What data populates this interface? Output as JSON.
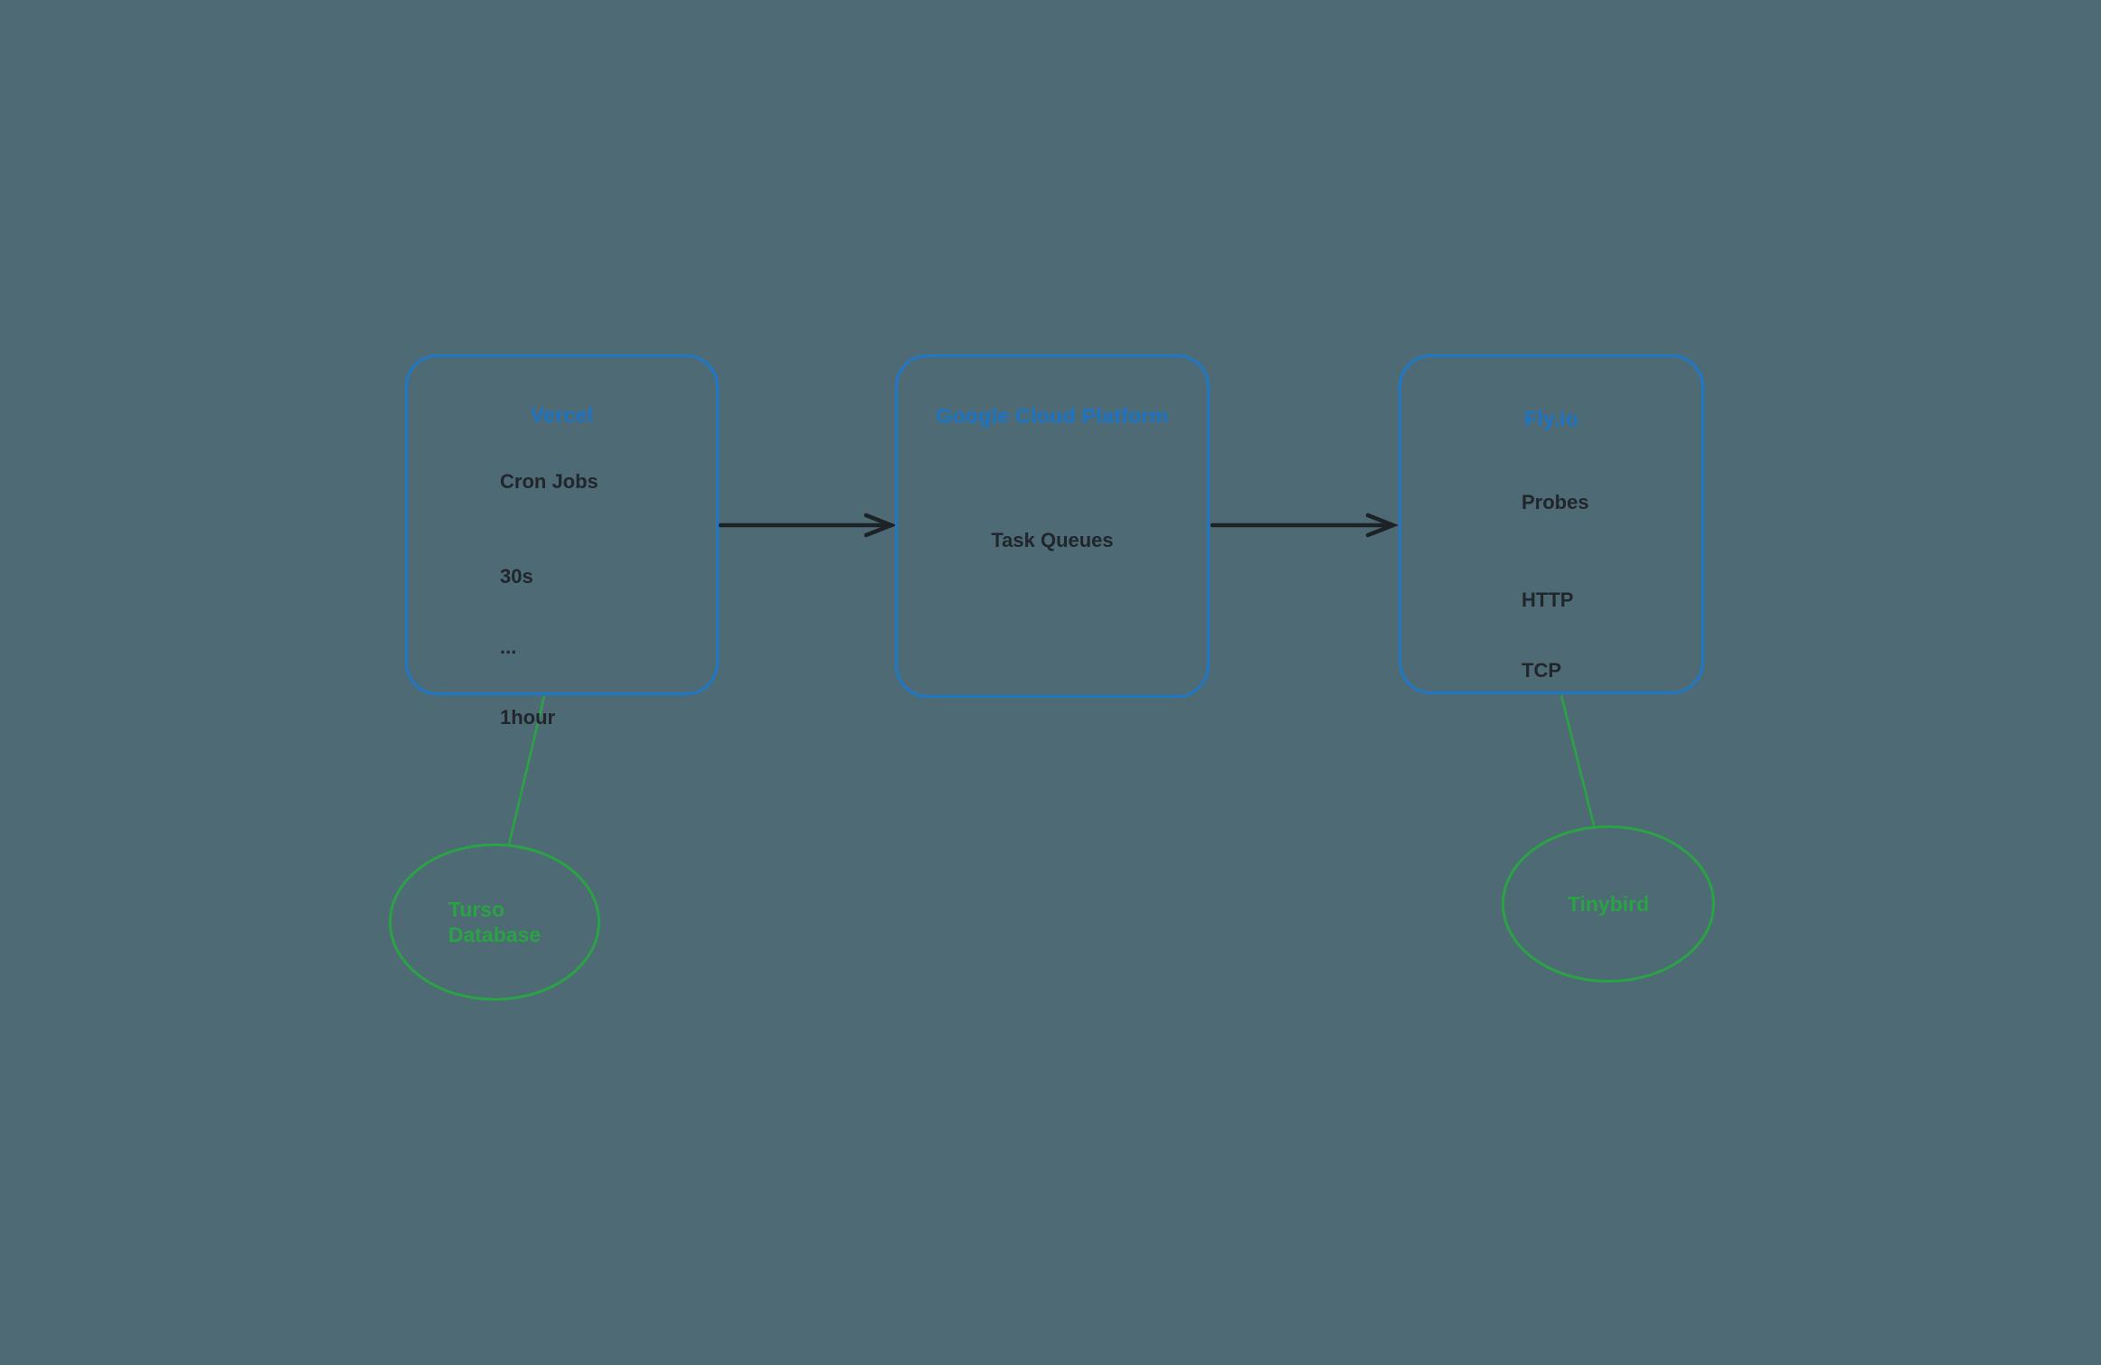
{
  "background": "#4e6a75",
  "colors": {
    "background": "#4e6a75",
    "box-border": "#1e78c8",
    "box-title": "#1b73c6",
    "text-dark": "#20262c",
    "connector-dark": "#1d2227",
    "green": "#2aa344"
  },
  "boxes": [
    {
      "title": "Vercel",
      "heading": "Cron Jobs",
      "items": [
        "30s",
        "...",
        "1hour"
      ]
    },
    {
      "title": "Google Cloud Platform",
      "heading": "Task Queues",
      "items": []
    },
    {
      "title": "Fly.io",
      "heading": "Probes",
      "items": [
        "HTTP",
        "TCP"
      ]
    }
  ],
  "ellipses": [
    {
      "lines": [
        "Turso",
        "Database"
      ]
    },
    {
      "lines": [
        "Tinybird"
      ]
    }
  ],
  "connectors": [
    {
      "from": "Vercel",
      "to": "Google Cloud Platform",
      "style": "arrow",
      "color": "#1d2227"
    },
    {
      "from": "Google Cloud Platform",
      "to": "Fly.io",
      "style": "arrow",
      "color": "#1d2227"
    },
    {
      "from": "Vercel",
      "to": "Turso Database",
      "style": "line",
      "color": "#2aa344"
    },
    {
      "from": "Fly.io",
      "to": "Tinybird",
      "style": "line",
      "color": "#2aa344"
    }
  ]
}
